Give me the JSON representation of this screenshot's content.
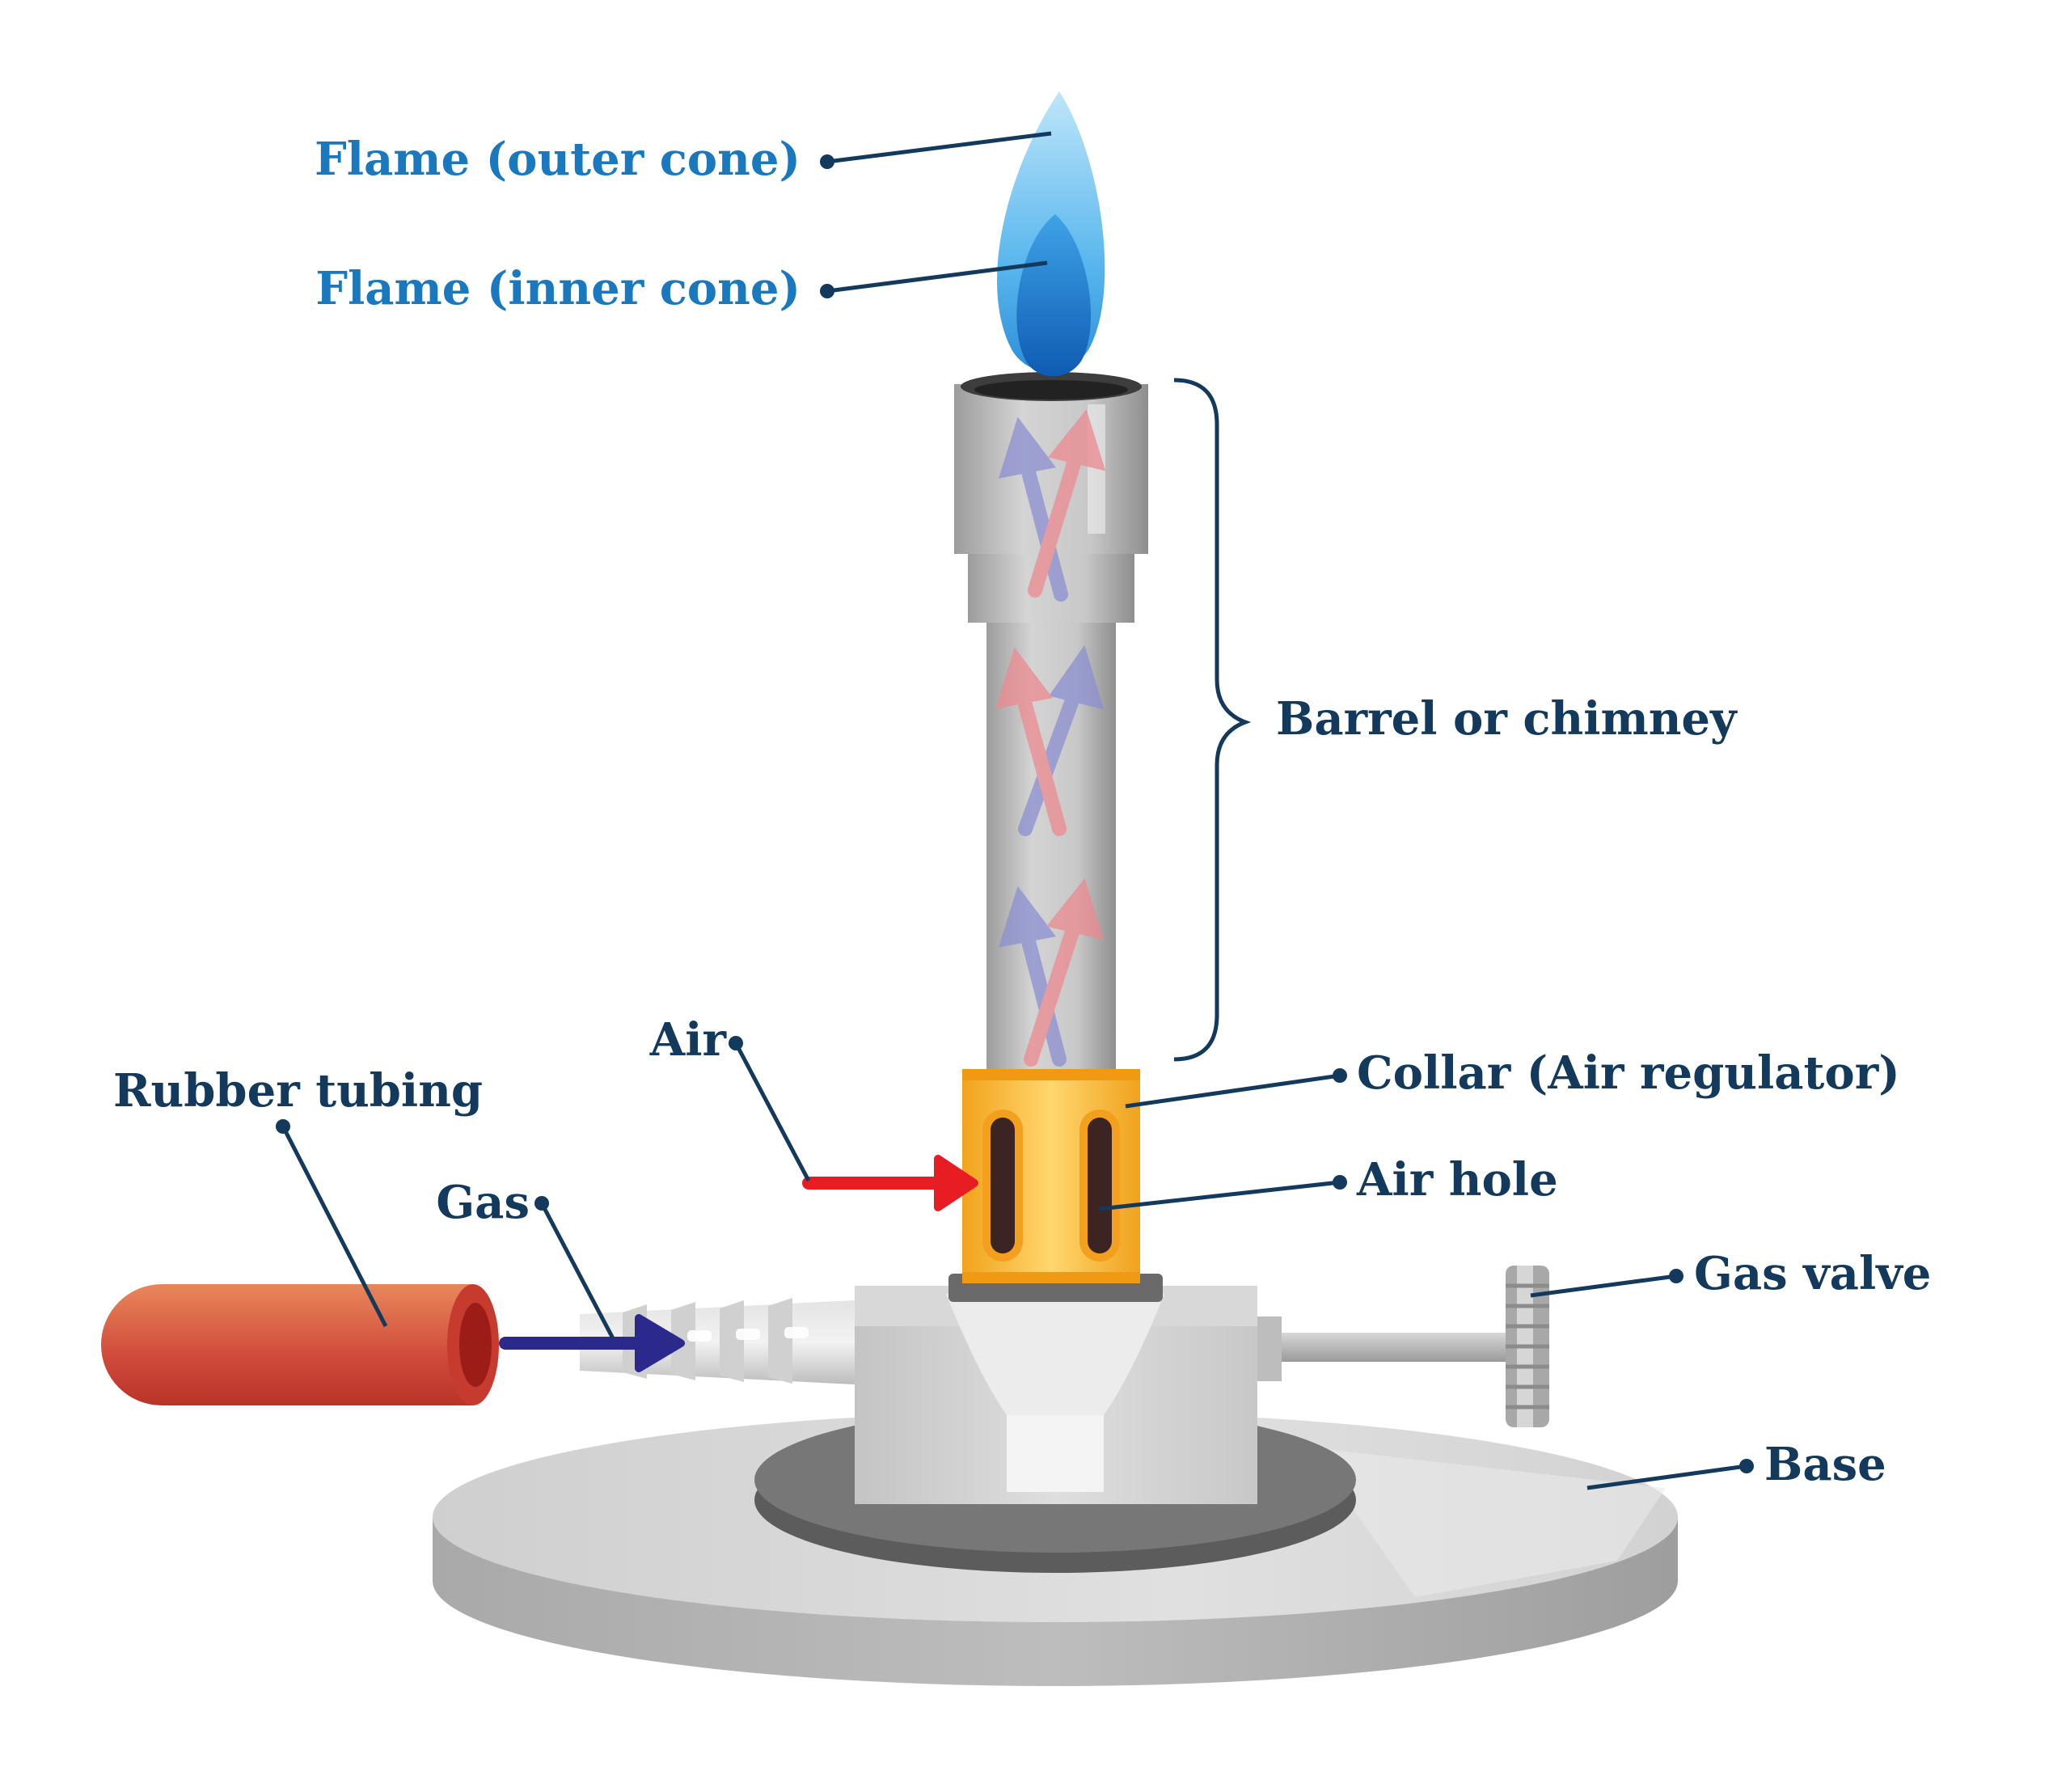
{
  "labels": {
    "flame_outer": "Flame (outer cone)",
    "flame_inner": "Flame (inner cone)",
    "barrel": "Barrel or chimney",
    "air": "Air",
    "collar": "Collar (Air regulator)",
    "rubber_tubing": "Rubber tubing",
    "air_hole": "Air hole",
    "gas": "Gas",
    "gas_valve": "Gas valve",
    "base": "Base"
  },
  "colors": {
    "flame_label": "#1a78bf",
    "label": "#133a5c",
    "air_arrow": "#e81d24",
    "gas_arrow": "#2b2a8c",
    "collar": "#f7b733",
    "tubing": "#d8493a"
  }
}
